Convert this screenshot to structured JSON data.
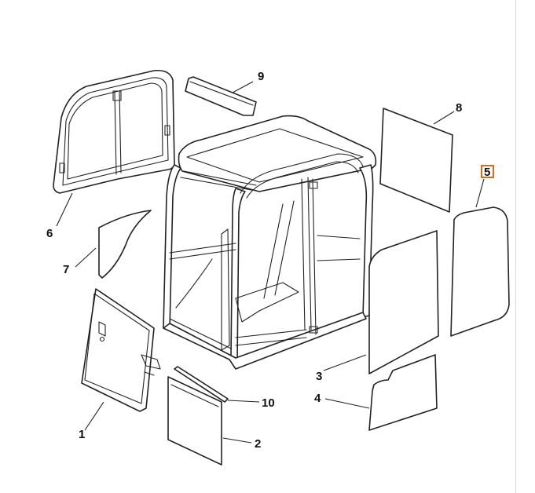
{
  "callouts": {
    "n1": "1",
    "n2": "2",
    "n3": "3",
    "n4": "4",
    "n5": "5",
    "n6": "6",
    "n7": "7",
    "n8": "8",
    "n9": "9",
    "n10": "10"
  },
  "highlight_color": "#e8641b"
}
